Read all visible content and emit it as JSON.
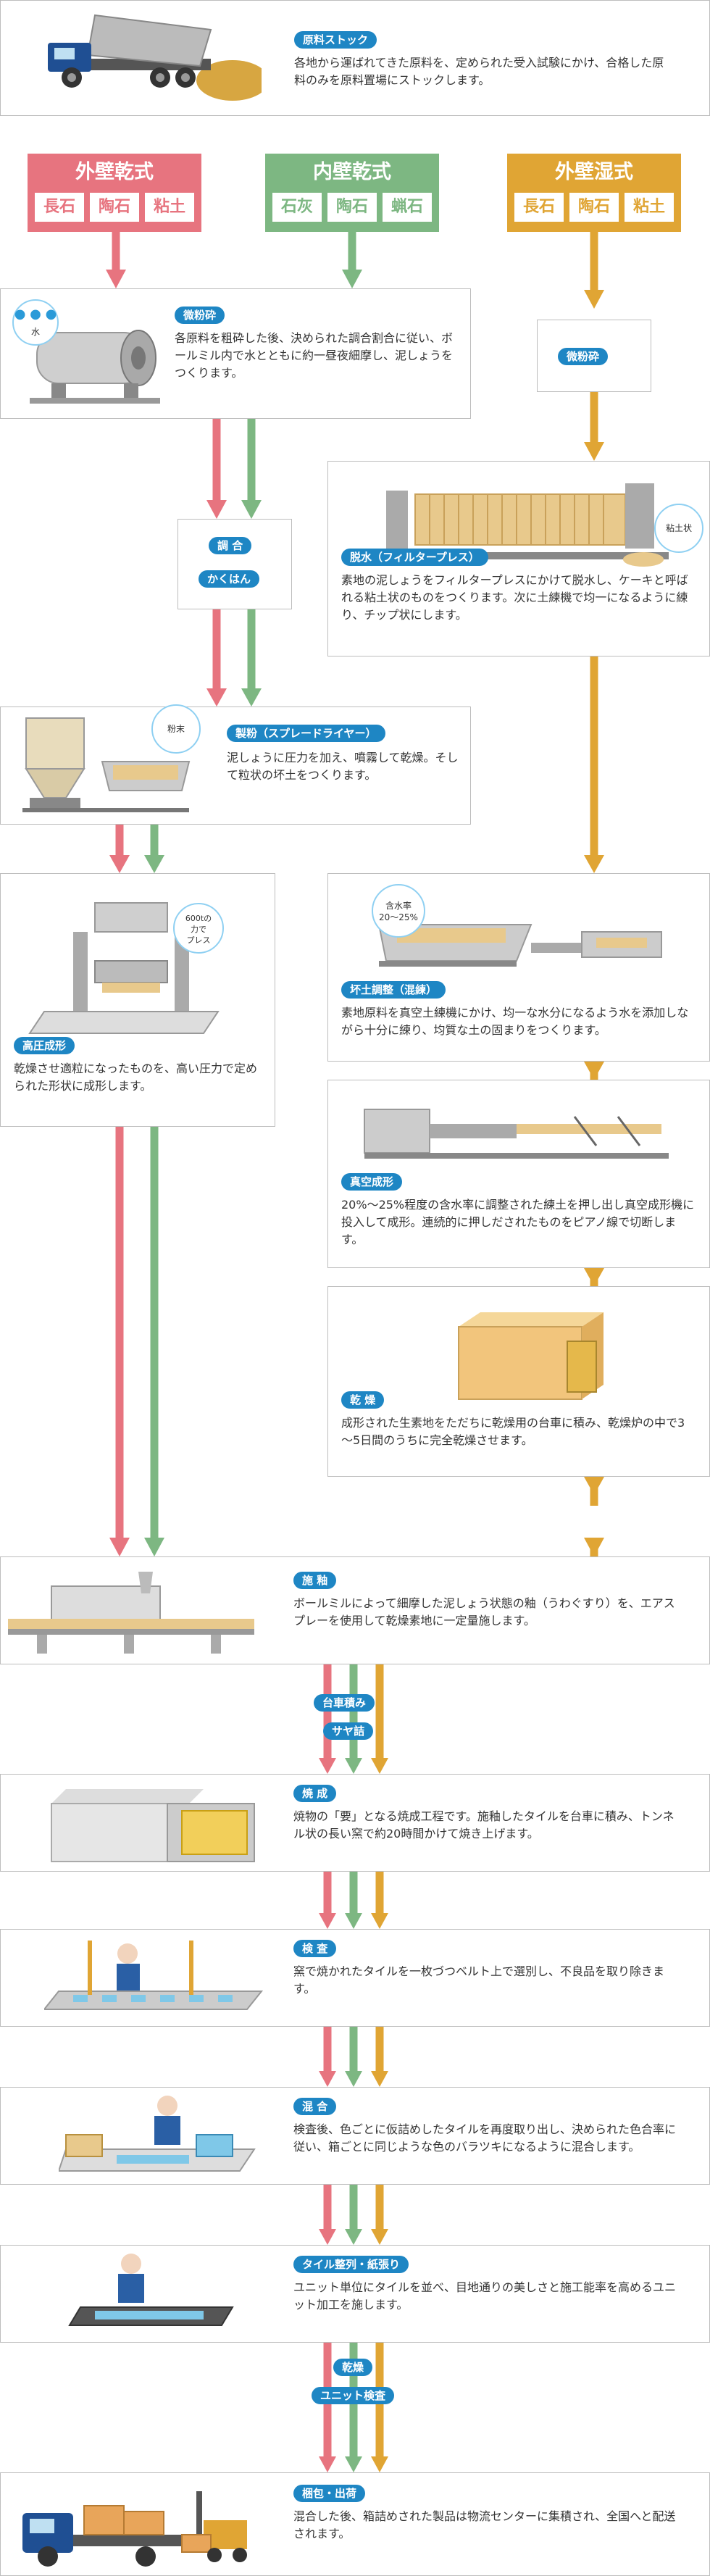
{
  "colors": {
    "red": "#e7747f",
    "green": "#7db782",
    "gold": "#e0a534",
    "blue": "#1e86c4",
    "badge_border": "#8fd0f2"
  },
  "stock": {
    "title": "原料ストック",
    "desc": "各地から運ばれてきた原料を、定められた受入試験にかけ、合格した原料のみを原料置場にストックします。"
  },
  "categories": [
    {
      "name": "外壁乾式",
      "materials": [
        "長石",
        "陶石",
        "粘土"
      ]
    },
    {
      "name": "内壁乾式",
      "materials": [
        "石灰",
        "陶石",
        "蝋石"
      ]
    },
    {
      "name": "外壁湿式",
      "materials": [
        "長石",
        "陶石",
        "粘土"
      ]
    }
  ],
  "fine_crush": {
    "title": "微粉砕",
    "desc": "各原料を粗砕した後、決められた調合割合に従い、ボールミル内で水とともに約一昼夜細摩し、泥しょうをつくります。",
    "badge": "水"
  },
  "fine_crush_wet": {
    "title": "微粉砕"
  },
  "mix": {
    "label1": "調 合",
    "label2": "かくはん"
  },
  "dewater": {
    "title": "脱水（フィルタープレス）",
    "desc": "素地の泥しょうをフィルタープレスにかけて脱水し、ケーキと呼ばれる粘土状のものをつくります。次に土練機で均一になるように練り、チップ状にします。",
    "badge": "粘土状"
  },
  "spray": {
    "title": "製粉（スプレードライヤー）",
    "desc": "泥しょうに圧力を加え、噴霧して乾燥。そして粒状の坏土をつくります。",
    "badge": "粉末"
  },
  "press": {
    "title": "高圧成形",
    "desc": "乾燥させ適粒になったものを、高い圧力で定められた形状に成形します。",
    "badge_lines": [
      "600tの",
      "力で",
      "プレス"
    ]
  },
  "kneading": {
    "title": "坏土調整（混練）",
    "desc": "素地原料を真空土練機にかけ、均一な水分になるよう水を添加しながら十分に練り、均質な土の固まりをつくります。",
    "badge_lines": [
      "含水率",
      "20～25%"
    ]
  },
  "vacuum": {
    "title": "真空成形",
    "desc": "20%～25%程度の含水率に調整された練土を押し出し真空成形機に投入して成形。連続的に押しだされたものをピアノ線で切断します。"
  },
  "drying": {
    "title": "乾 燥",
    "desc": "成形された生素地をただちに乾燥用の台車に積み、乾燥炉の中で3～5日間のうちに完全乾燥させます。"
  },
  "glaze": {
    "title": "施 釉",
    "desc": "ボールミルによって細摩した泥しょう状態の釉（うわぐすり）を、エアスプレーを使用して乾燥素地に一定量施します。"
  },
  "cart": {
    "label1": "台車積み",
    "label2": "サヤ詰"
  },
  "firing": {
    "title": "焼 成",
    "desc": "焼物の「要」となる焼成工程です。施釉したタイルを台車に積み、トンネル状の長い窯で約20時間かけて焼き上げます。"
  },
  "inspect": {
    "title": "検 査",
    "desc": "窯で焼かれたタイルを一枚づつベルト上で選別し、不良品を取り除きます。"
  },
  "blend": {
    "title": "混 合",
    "desc": "検査後、色ごとに仮詰めしたタイルを再度取り出し、決められた色合率に従い、箱ごとに同じような色のバラツキになるように混合します。"
  },
  "arrange": {
    "title": "タイル整列・紙張り",
    "desc": "ユニット単位にタイルを並べ、目地通りの美しさと施工能率を高めるユニット加工を施します。"
  },
  "dry2": {
    "label1": "乾燥",
    "label2": "ユニット検査"
  },
  "pack": {
    "title": "梱包・出荷",
    "desc": "混合した後、箱詰めされた製品は物流センターに集積され、全国へと配送されます。"
  }
}
